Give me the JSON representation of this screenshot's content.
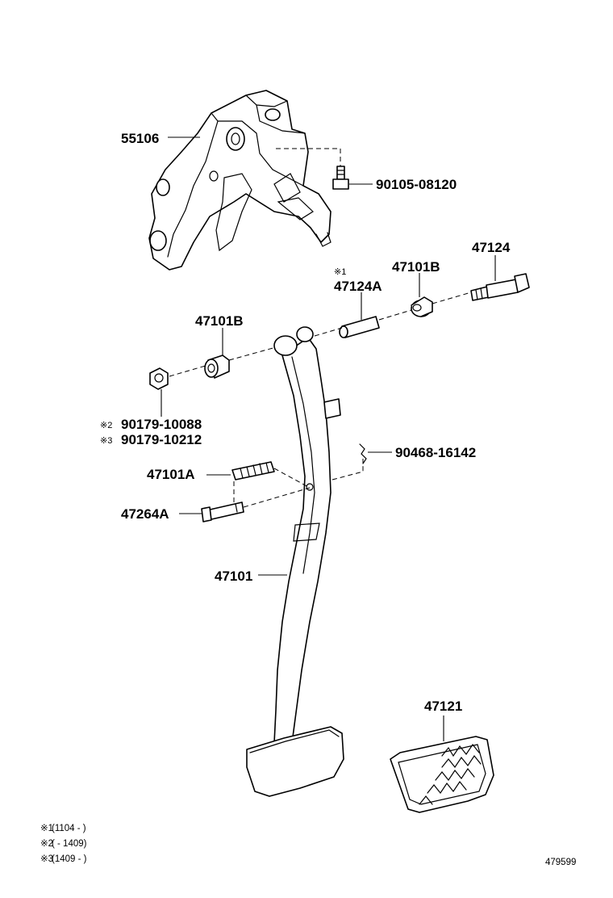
{
  "callouts": {
    "bracket": "55106",
    "bracket_bolt": "90105-08120",
    "pin_bolt": "47124",
    "bushing_right": "47101B",
    "bushing_left": "47101B",
    "collar_marker": "※1",
    "collar": "47124A",
    "nut_marker_2": "※2",
    "nut_2": "90179-10088",
    "nut_marker_3": "※3",
    "nut_3": "90179-10212",
    "clip": "90468-16142",
    "spring": "47101A",
    "pin": "47264A",
    "pedal_arm": "47101",
    "pedal_pad": "47121"
  },
  "notes": [
    {
      "mark": "※1",
      "range": "(1104 -        )"
    },
    {
      "mark": "※2",
      "range": "(        - 1409)"
    },
    {
      "mark": "※3",
      "range": "(1409 -        )"
    }
  ],
  "figure_number": "479599"
}
